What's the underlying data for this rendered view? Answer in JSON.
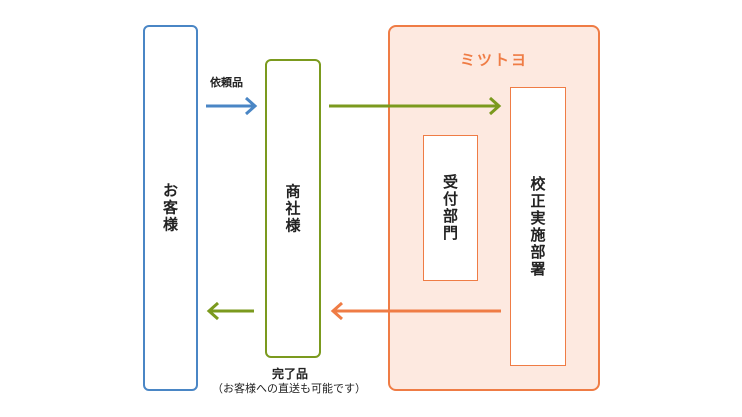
{
  "customer": {
    "label": "お客様"
  },
  "trader": {
    "label": "商社様"
  },
  "mitutoyo": {
    "title": "ミツトヨ",
    "reception": "受付部門",
    "calibration": "校正実施部署"
  },
  "flows": {
    "request": "依頼品",
    "completed": "完了品",
    "completed_note": "（お客様への直送も可能です）"
  },
  "colors": {
    "blue": "#4a86c5",
    "green": "#7b9a1e",
    "orange": "#ef7c45",
    "mitutoyo_fill": "#fde9e0"
  }
}
